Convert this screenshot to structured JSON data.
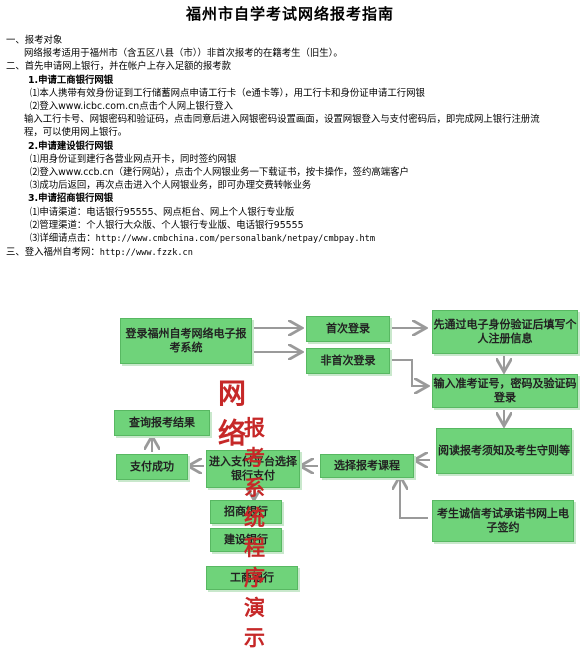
{
  "title": "福州市自学考试网络报考指南",
  "doc": {
    "s1_heading": "一、报考对象",
    "s1_text": "网络报考适用于福州市（含五区八县（市））非首次报考的在籍考生（旧生）。",
    "s2_heading": "二、首先申请网上银行，并在帐户上存入足额的报考款",
    "icbc_title": "1.申请工商银行网银",
    "icbc_1": "⑴本人携带有效身份证到工行储蓄网点申请工行卡（e通卡等），用工行卡和身份证申请工行网银",
    "icbc_2": "⑵登入www.icbc.com.cn点击个人网上银行登入",
    "icbc_3": "输入工行卡号、网银密码和验证码，点击同意后进入网银密码设置画面，设置网银登入与支付密码后，即完成网上银行注册流程，可以使用网上银行。",
    "ccb_title": "2.申请建设银行网银",
    "ccb_1": "⑴用身份证到建行各营业网点开卡，同时签约网银",
    "ccb_2": "⑵登入www.ccb.cn（建行网站），点击个人网银业务一下载证书，按卡操作，签约高端客户",
    "ccb_3": "⑶成功后返回，再次点击进入个人网银业务，即可办理交费转帐业务",
    "cmb_title": "3.申请招商银行网银",
    "cmb_1": "⑴申请渠道：电话银行95555、网点柜台、网上个人银行专业版",
    "cmb_2": "⑵管理渠道：个人银行大众版、个人银行专业版、电话银行95555",
    "cmb_3_prefix": "⑶详细请点击：",
    "cmb_3_url": "http://www.cmbchina.com/personalbank/netpay/cmbpay.htm",
    "s3_prefix": "三、登入福州自考网：",
    "s3_url": "http://www.fzzk.cn"
  },
  "flow": {
    "login_system": "登录福州自考网络电子报考系统",
    "first_login": "首次登录",
    "not_first_login": "非首次登录",
    "verify_identity": "先通过电子身份验证后填写个人注册信息",
    "enter_credentials": "输入准考证号，密码及验证码登录",
    "read_notice": "阅读报考须知及考生守则等",
    "sign_pledge": "考生诚信考试承诺书网上电子签约",
    "select_course": "选择报考课程",
    "enter_payment": "进入支付平台选择银行支付",
    "payment_success": "支付成功",
    "query_result": "查询报考结果",
    "bank_cmb": "招商银行",
    "bank_ccb": "建设银行",
    "bank_icbc": "工商银行"
  },
  "watermark": {
    "line1": "网络",
    "line2": "报考系统程序演示"
  },
  "colors": {
    "box_fill": "#6fd37a",
    "arrow": "#9a9a9a",
    "watermark": "#c62828"
  }
}
